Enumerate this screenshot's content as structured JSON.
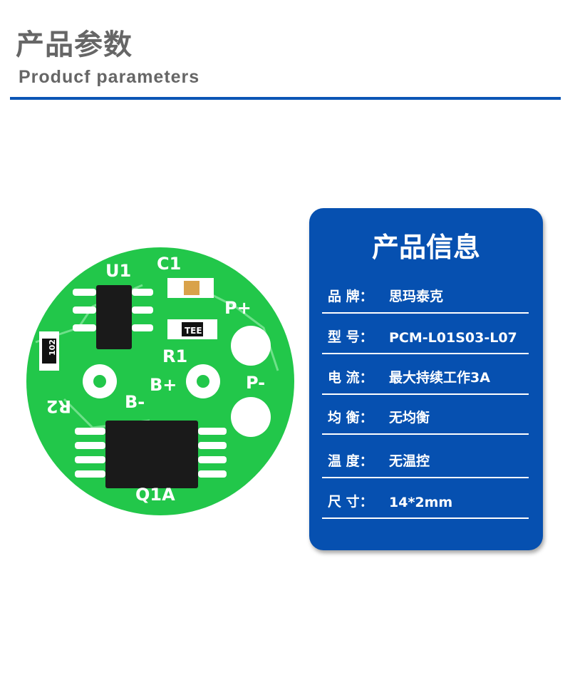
{
  "header": {
    "title": "产品参数",
    "subtitle": "Producf parameters"
  },
  "pcb": {
    "silkscreen": [
      "U1",
      "C1",
      "R1",
      "R2",
      "B+",
      "B-",
      "P+",
      "P-",
      "Q1A",
      "TEE",
      "102"
    ],
    "colors": {
      "board": "#22c74a",
      "chip": "#1a1a1a",
      "pad": "#ffffff"
    }
  },
  "card": {
    "title": "产品信息",
    "rows": [
      {
        "label": "品 牌：",
        "value": "思玛泰克"
      },
      {
        "label": "型  号：",
        "value": "PCM-L01S03-L07"
      },
      {
        "label": "电  流：",
        "value": "最大持续工作3A"
      },
      {
        "label": "均  衡：",
        "value": "无均衡"
      },
      {
        "label": "温  度：",
        "value": "无温控"
      },
      {
        "label": "尺  寸：",
        "value": "14*2mm"
      }
    ],
    "colors": {
      "background": "#0650b0",
      "text": "#ffffff"
    }
  },
  "colors": {
    "accent": "#0b55b5",
    "heading": "#666666"
  }
}
